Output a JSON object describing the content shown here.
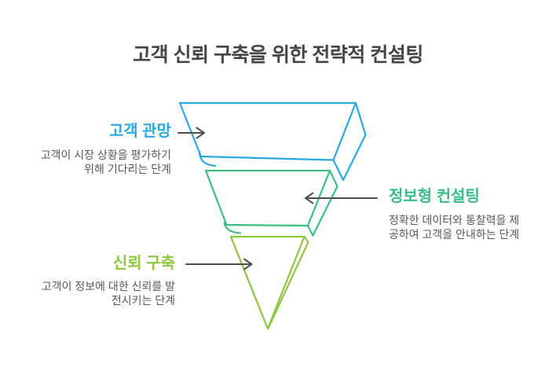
{
  "title": "고객 신뢰 구축을 위한 전략적 컨설팅",
  "colors": {
    "blue": "#29a9e0",
    "green": "#3cbd85",
    "lime": "#8dc63f",
    "arrow": "#4d4d4d",
    "title_text": "#454545",
    "description_text": "#595959",
    "background": "#ffffff"
  },
  "funnel": {
    "type": "funnel-3-tier-outline",
    "tier_names": [
      "customer-watching",
      "informative-consulting",
      "trust-building"
    ]
  },
  "stages": [
    {
      "label": "고객 관망",
      "description": "고객이 시장 상황을 평가하기\n위해 기다리는 단계",
      "color": "#29a9e0",
      "side": "left"
    },
    {
      "label": "정보형 컨설팅",
      "description": "정확한 데이터와 통찰력을 제\n공하여 고객을 안내하는 단계",
      "color": "#3cbd85",
      "side": "right"
    },
    {
      "label": "신뢰 구축",
      "description": "고객이 정보에 대한 신뢰를 발\n전시키는 단계",
      "color": "#8dc63f",
      "side": "left"
    }
  ]
}
